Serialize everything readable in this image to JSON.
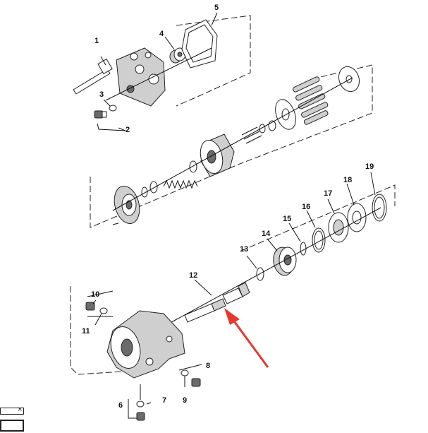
{
  "callouts": {
    "c1": "1",
    "c2": "2",
    "c3": "3",
    "c4": "4",
    "c5": "5",
    "c6": "6",
    "c7": "7",
    "c8": "8",
    "c9": "9",
    "c10": "10",
    "c11": "11",
    "c12": "12",
    "c13": "13",
    "c14": "14",
    "c15": "15",
    "c16": "16",
    "c17": "17",
    "c18": "18",
    "c19": "19"
  },
  "mini_window": {
    "close_glyph": "×"
  },
  "colors": {
    "arrow": "#e8372f",
    "line": "#111111",
    "part_fill": "#cfcfcf"
  }
}
